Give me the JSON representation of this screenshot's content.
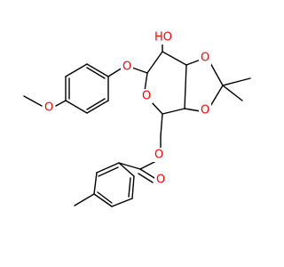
{
  "molecule": {
    "colors": {
      "bond": "#000000",
      "oxygen": "#ff0000",
      "carbon": "#000000",
      "background": "#ffffff"
    },
    "atom_labels": {
      "hydroxyl": "HO",
      "dioxolane_o_top": "O",
      "dioxolane_o_bottom": "O",
      "ring_o": "O",
      "aryl_ether_o": "O",
      "methoxy_o": "O",
      "ester_o_single": "O",
      "ester_o_carbonyl": "O"
    }
  }
}
